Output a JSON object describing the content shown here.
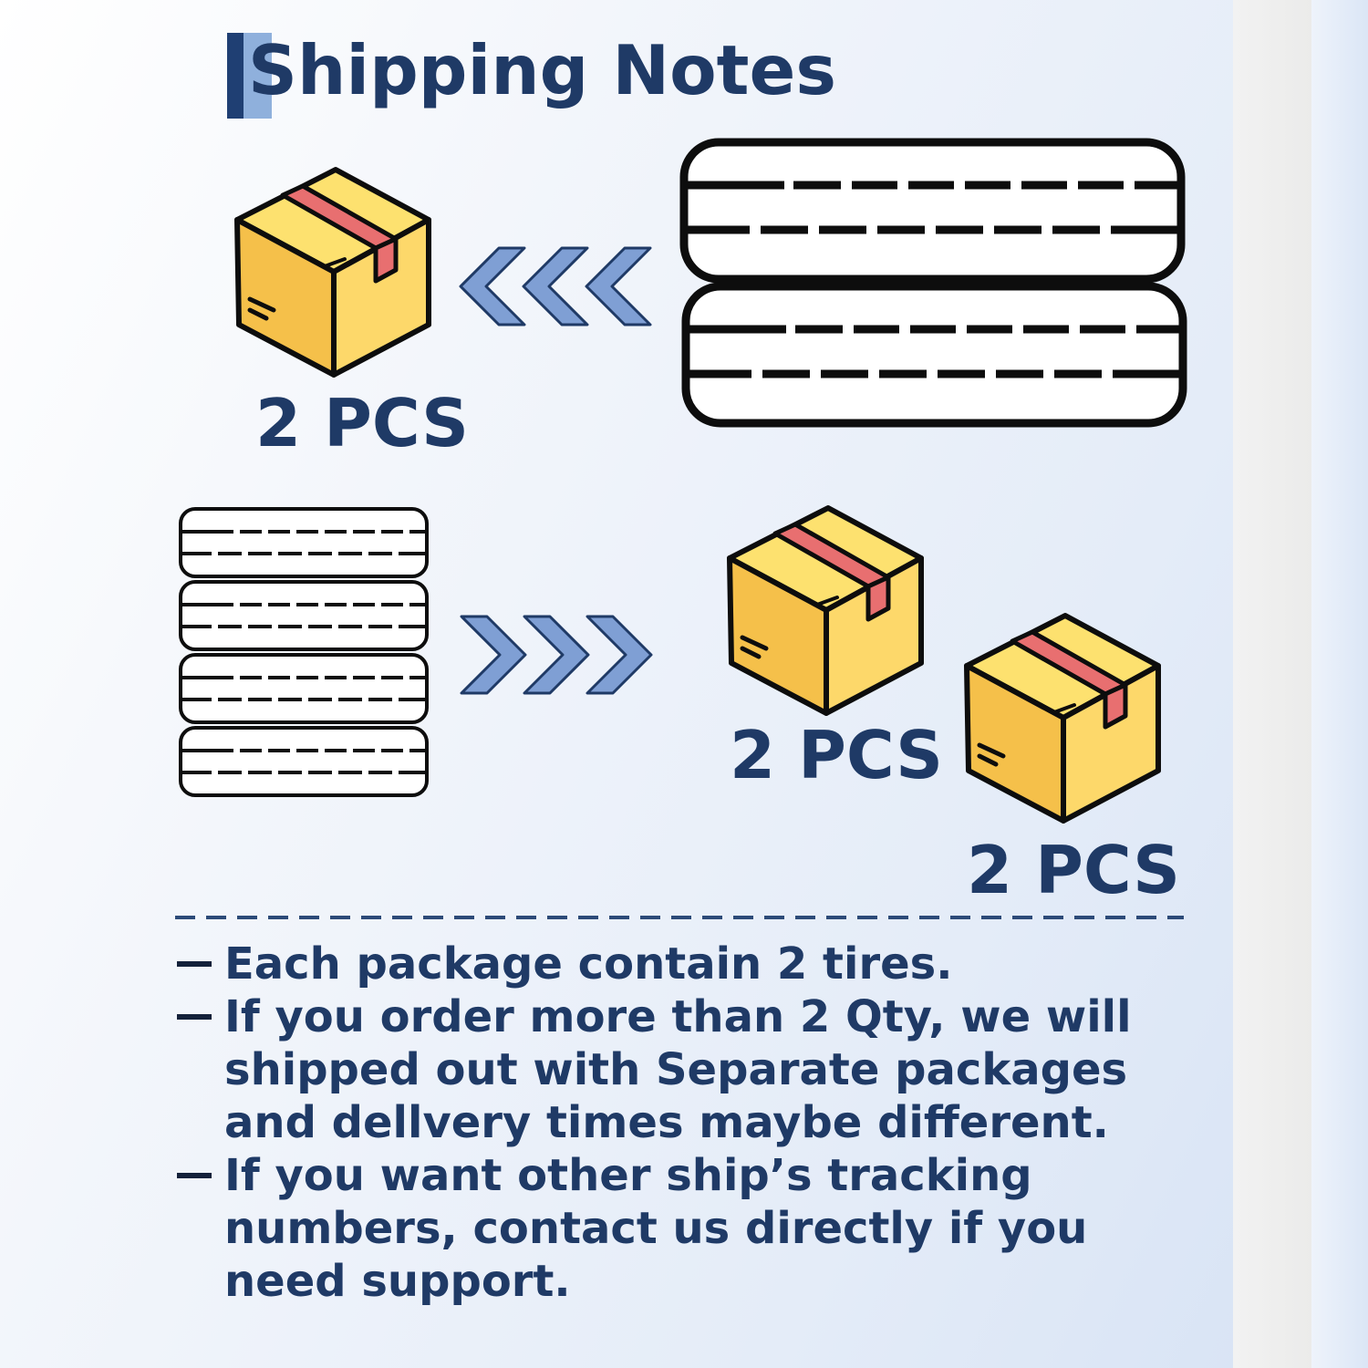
{
  "title": "Shipping Notes",
  "quantities": {
    "package_top": "2 PCS",
    "package_mid": "2 PCS",
    "package_low": "2 PCS"
  },
  "notes": [
    "Each package contain 2 tires.",
    "If you order more than 2 Qty, we will shipped out with Separate packages and dellvery times maybe different.",
    "If you want other ship’s tracking numbers, contact us directly if you need support."
  ],
  "icons": {
    "package": "cardboard-box-icon",
    "tire": "tire-stack-icon",
    "arrow_left": "triple-chevron-left-icon",
    "arrow_right": "triple-chevron-right-icon"
  },
  "colors": {
    "text": "#1f3a66",
    "box_face_left": "#f5c04a",
    "box_face_right": "#fdd86a",
    "tape": "#e86f70",
    "chevron": "#7f9fd4"
  }
}
